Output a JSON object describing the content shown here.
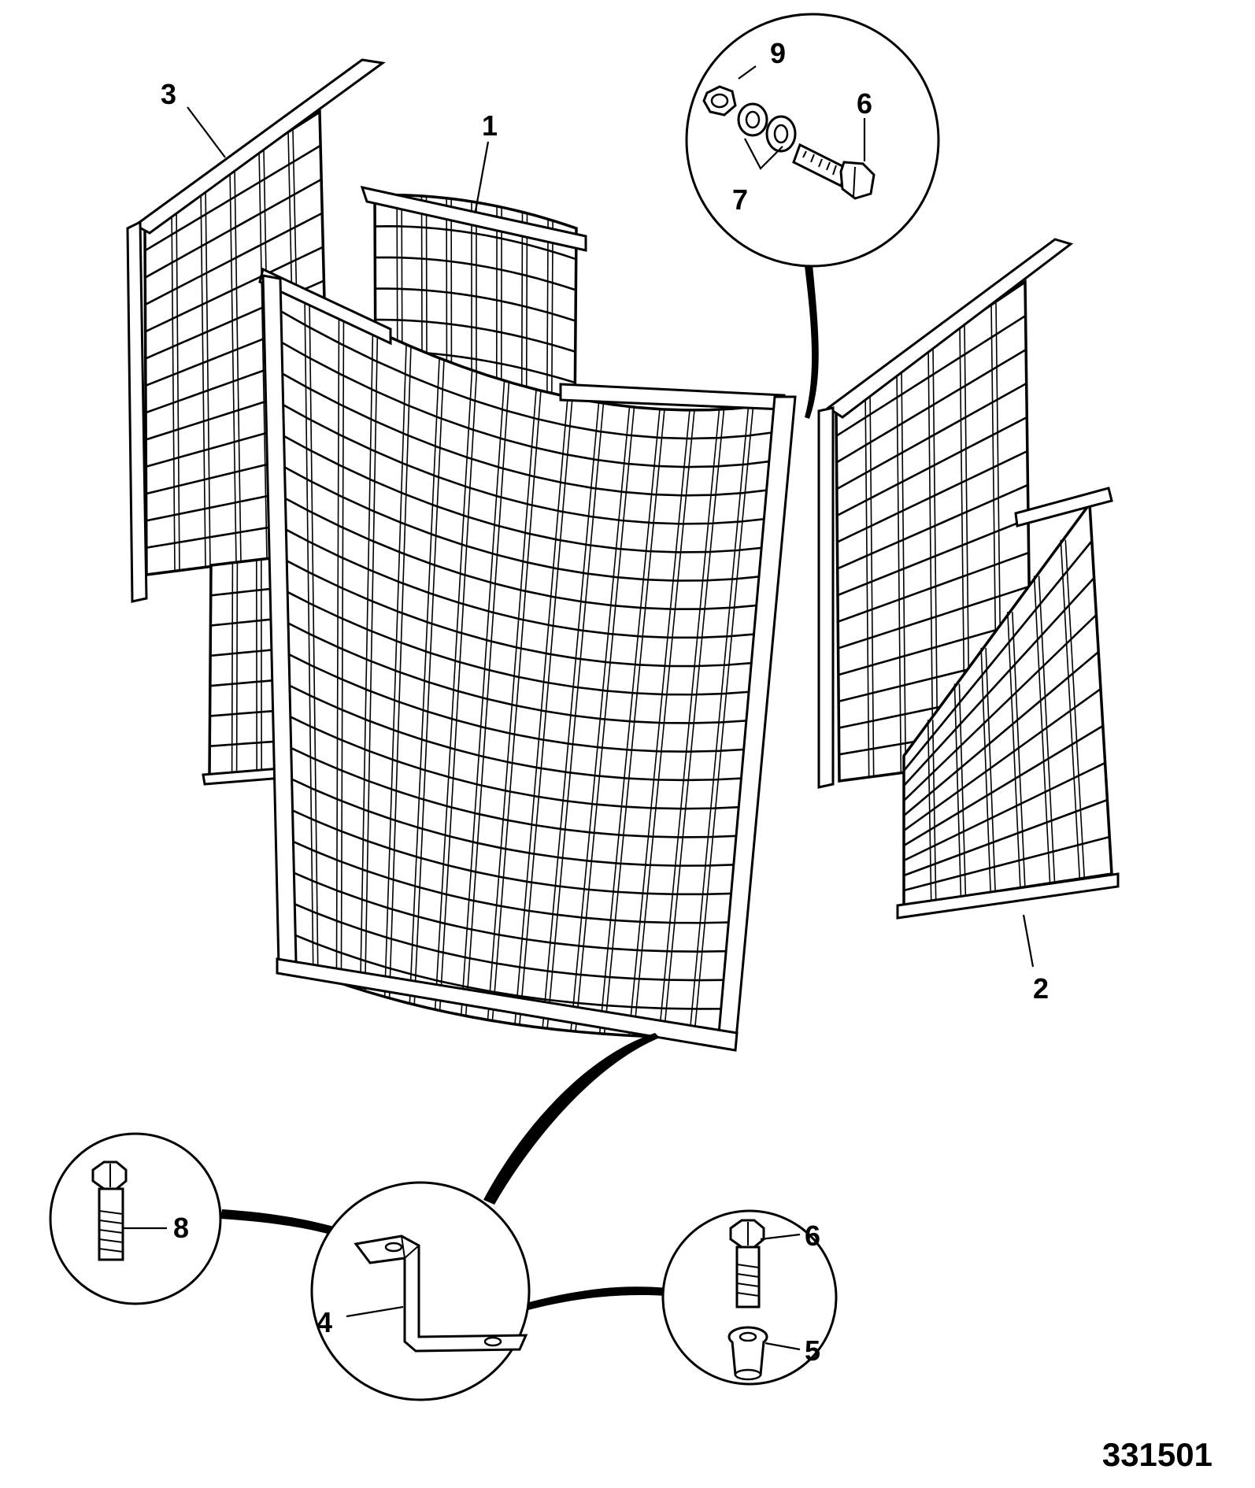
{
  "figure_number": "331501",
  "callouts": [
    {
      "id": "c1",
      "text": "1"
    },
    {
      "id": "c2",
      "text": "2"
    },
    {
      "id": "c3",
      "text": "3"
    },
    {
      "id": "c4",
      "text": "4"
    },
    {
      "id": "c5",
      "text": "5"
    },
    {
      "id": "c6a",
      "text": "6"
    },
    {
      "id": "c6b",
      "text": "6"
    },
    {
      "id": "c7",
      "text": "7"
    },
    {
      "id": "c8",
      "text": "8"
    },
    {
      "id": "c9",
      "text": "9"
    }
  ]
}
